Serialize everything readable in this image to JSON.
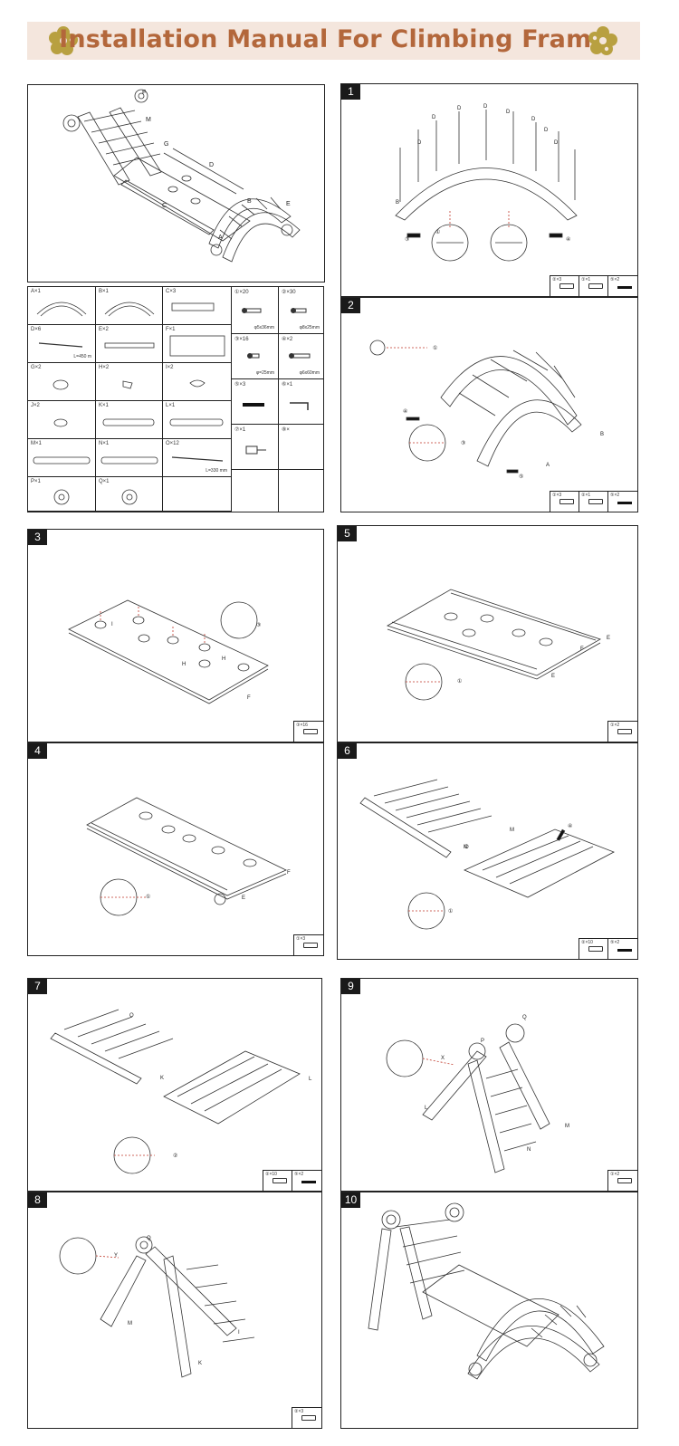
{
  "header": {
    "title": "Installation Manual For Climbing Frame",
    "banner_color": "#f4e6dd",
    "title_color": "#b3673b",
    "ornament_icon": "flower-ornament-icon"
  },
  "overview_labels": [
    "F",
    "M",
    "G",
    "B",
    "A",
    "C",
    "D",
    "E"
  ],
  "parts": [
    {
      "label": "A×1",
      "note": ""
    },
    {
      "label": "B×1",
      "note": ""
    },
    {
      "label": "C×3",
      "note": ""
    },
    {
      "label": "D×6",
      "note": "L=450 m"
    },
    {
      "label": "E×2",
      "note": ""
    },
    {
      "label": "F×1",
      "note": ""
    },
    {
      "label": "G×2",
      "note": ""
    },
    {
      "label": "H×2",
      "note": ""
    },
    {
      "label": "I×2",
      "note": ""
    },
    {
      "label": "J×2",
      "note": ""
    },
    {
      "label": "K×1",
      "note": ""
    },
    {
      "label": "L×1",
      "note": ""
    },
    {
      "label": "M×1",
      "note": ""
    },
    {
      "label": "N×1",
      "note": ""
    },
    {
      "label": "O×12",
      "note": "L=330 mm"
    },
    {
      "label": "P×1",
      "note": ""
    },
    {
      "label": "Q×1",
      "note": ""
    }
  ],
  "hardware": [
    {
      "label": "①×20",
      "note": "φ5x36mm"
    },
    {
      "label": "②×30",
      "note": "φ8x25mm"
    },
    {
      "label": "③×16",
      "note": "φ=25mm"
    },
    {
      "label": "④×2",
      "note": "φ6x60mm"
    },
    {
      "label": "⑤×3",
      "note": ""
    },
    {
      "label": "⑥×1",
      "note": ""
    },
    {
      "label": "⑦×1",
      "note": ""
    },
    {
      "label": "⑧×",
      "note": ""
    }
  ],
  "steps": [
    {
      "num": "1",
      "labels": [
        "D",
        "D",
        "D",
        "D",
        "D",
        "D",
        "D",
        "D",
        "B",
        "③",
        "①",
        "④"
      ],
      "legend": [
        "②×3",
        "①×1",
        "⑤×2"
      ]
    },
    {
      "num": "2",
      "labels": [
        "①",
        "③",
        "④",
        "B",
        "A",
        "⑤"
      ],
      "legend": [
        "①×3",
        "②×1",
        "⑤×2"
      ]
    },
    {
      "num": "3",
      "labels": [
        "I",
        "H",
        "H",
        "F",
        "③"
      ],
      "legend": [
        "③×16"
      ]
    },
    {
      "num": "4",
      "labels": [
        "F",
        "E",
        "①"
      ],
      "legend": [
        "①×3"
      ]
    },
    {
      "num": "5",
      "labels": [
        "E",
        "F",
        "E",
        "①"
      ],
      "legend": [
        "①×2"
      ]
    },
    {
      "num": "6",
      "labels": [
        "O",
        "N",
        "M",
        "①",
        "④"
      ],
      "legend": [
        "②×10",
        "⑤×2"
      ]
    },
    {
      "num": "7",
      "labels": [
        "O",
        "K",
        "L",
        "②"
      ],
      "legend": [
        "②×10",
        "⑤×2"
      ]
    },
    {
      "num": "8",
      "labels": [
        "Q",
        "Y",
        "M",
        "I",
        "K"
      ],
      "legend": [
        "②×3"
      ]
    },
    {
      "num": "9",
      "labels": [
        "Q",
        "P",
        "X",
        "L",
        "M",
        "N"
      ],
      "legend": [
        "①×2"
      ]
    },
    {
      "num": "10",
      "labels": [],
      "legend": []
    }
  ]
}
